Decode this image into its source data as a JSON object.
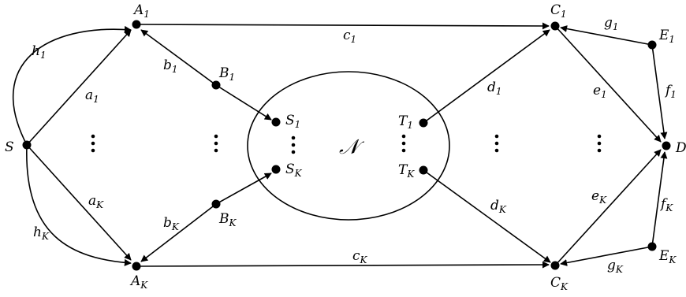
{
  "diagram": {
    "network_label": "𝒩",
    "nodes": [
      {
        "id": "S",
        "base": "S",
        "sub": ""
      },
      {
        "id": "A1",
        "base": "A",
        "sub": "1"
      },
      {
        "id": "AK",
        "base": "A",
        "sub": "K"
      },
      {
        "id": "B1",
        "base": "B",
        "sub": "1"
      },
      {
        "id": "BK",
        "base": "B",
        "sub": "K"
      },
      {
        "id": "S1",
        "base": "S",
        "sub": "1"
      },
      {
        "id": "SK",
        "base": "S",
        "sub": "K"
      },
      {
        "id": "T1",
        "base": "T",
        "sub": "1"
      },
      {
        "id": "TK",
        "base": "T",
        "sub": "K"
      },
      {
        "id": "C1",
        "base": "C",
        "sub": "1"
      },
      {
        "id": "CK",
        "base": "C",
        "sub": "K"
      },
      {
        "id": "E1",
        "base": "E",
        "sub": "1"
      },
      {
        "id": "EK",
        "base": "E",
        "sub": "K"
      },
      {
        "id": "D",
        "base": "D",
        "sub": ""
      }
    ],
    "edges": [
      {
        "id": "h1",
        "from": "S",
        "to": "A1",
        "base": "h",
        "sub": "1"
      },
      {
        "id": "a1",
        "from": "S",
        "to": "A1",
        "base": "a",
        "sub": "1"
      },
      {
        "id": "hK",
        "from": "S",
        "to": "AK",
        "base": "h",
        "sub": "K"
      },
      {
        "id": "aK",
        "from": "S",
        "to": "AK",
        "base": "a",
        "sub": "K"
      },
      {
        "id": "b1",
        "from": "B1",
        "to": "A1",
        "base": "b",
        "sub": "1"
      },
      {
        "id": "bK",
        "from": "BK",
        "to": "AK",
        "base": "b",
        "sub": "K"
      },
      {
        "id": "B1S1",
        "from": "B1",
        "to": "S1",
        "base": "",
        "sub": ""
      },
      {
        "id": "BKSK",
        "from": "BK",
        "to": "SK",
        "base": "",
        "sub": ""
      },
      {
        "id": "c1",
        "from": "A1",
        "to": "C1",
        "base": "c",
        "sub": "1"
      },
      {
        "id": "cK",
        "from": "AK",
        "to": "CK",
        "base": "c",
        "sub": "K"
      },
      {
        "id": "d1",
        "from": "T1",
        "to": "C1",
        "base": "d",
        "sub": "1"
      },
      {
        "id": "dK",
        "from": "TK",
        "to": "CK",
        "base": "d",
        "sub": "K"
      },
      {
        "id": "e1",
        "from": "C1",
        "to": "D",
        "base": "e",
        "sub": "1"
      },
      {
        "id": "eK",
        "from": "CK",
        "to": "D",
        "base": "e",
        "sub": "K"
      },
      {
        "id": "g1",
        "from": "E1",
        "to": "C1",
        "base": "g",
        "sub": "1"
      },
      {
        "id": "gK",
        "from": "EK",
        "to": "CK",
        "base": "g",
        "sub": "K"
      },
      {
        "id": "f1",
        "from": "E1",
        "to": "D",
        "base": "f",
        "sub": "1"
      },
      {
        "id": "fK",
        "from": "EK",
        "to": "D",
        "base": "f",
        "sub": "K"
      }
    ]
  }
}
